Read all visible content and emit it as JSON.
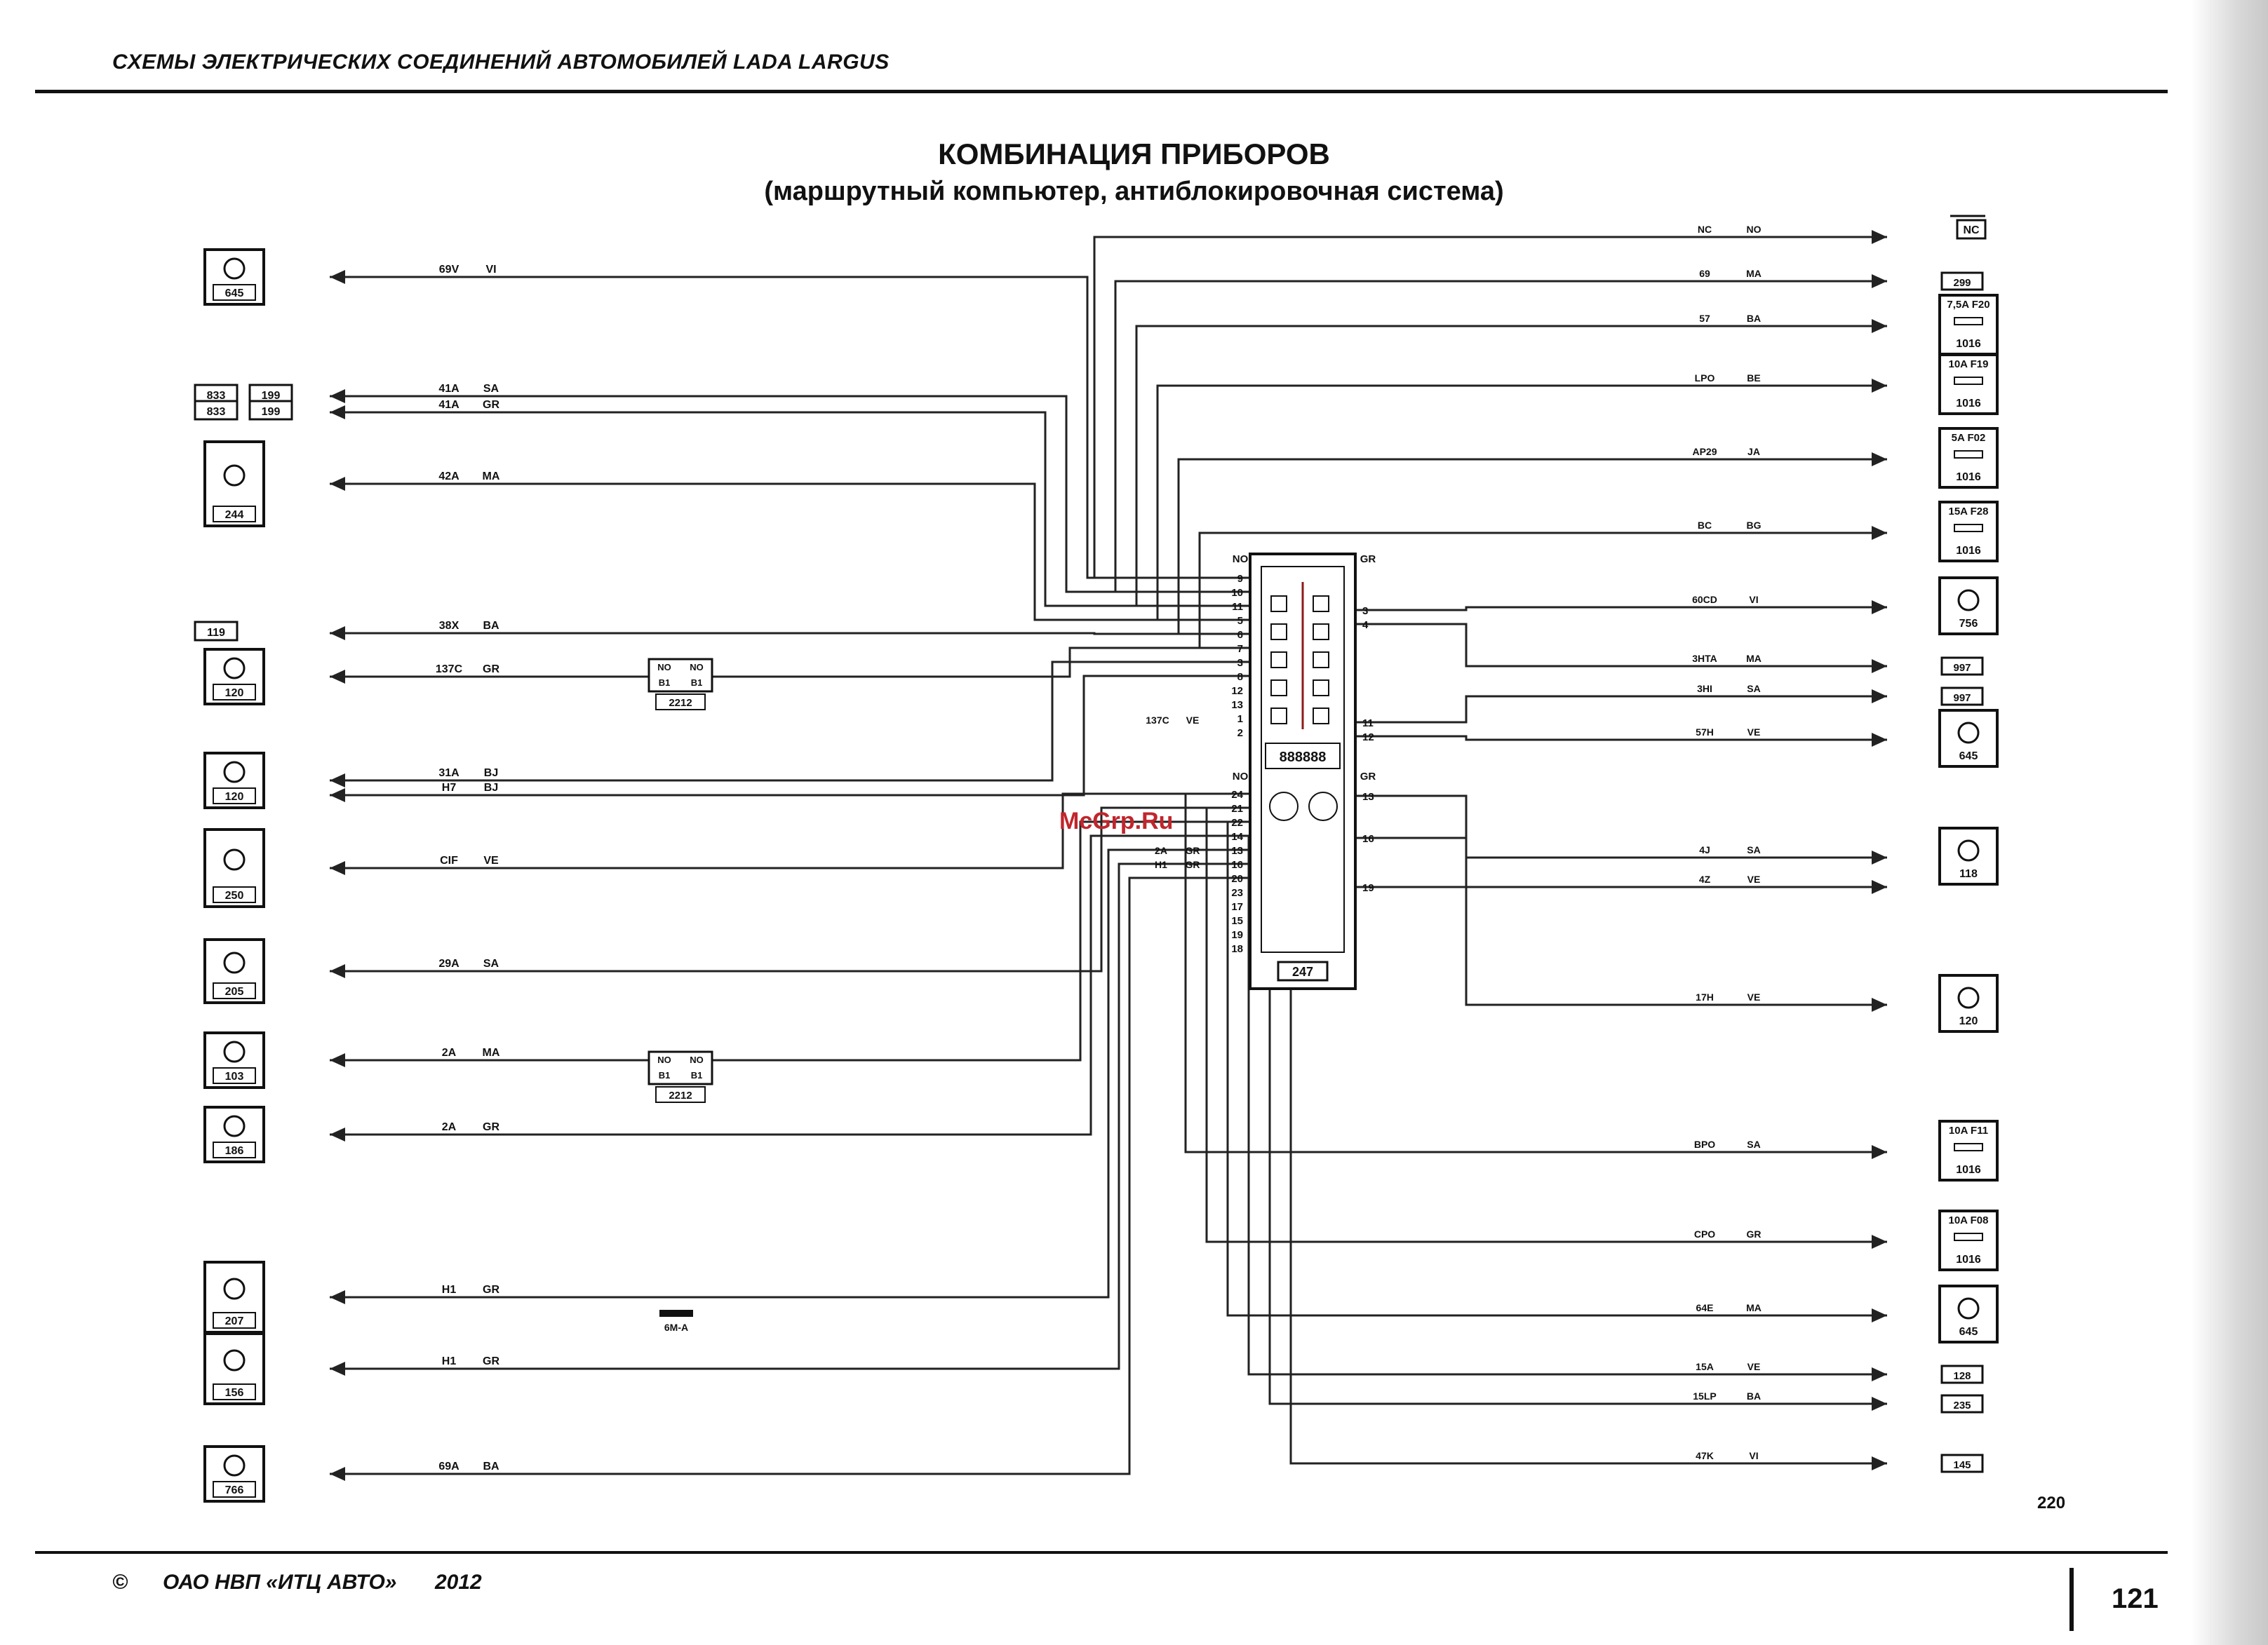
{
  "header": "СХЕМЫ ЭЛЕКТРИЧЕСКИХ СОЕДИНЕНИЙ АВТОМОБИЛЕЙ LADA LARGUS",
  "title": "КОМБИНАЦИЯ ПРИБОРОВ",
  "subtitle": "(маршрутный компьютер, антиблокировочная система)",
  "center_block": {
    "id": "247",
    "upper_connector": "NO",
    "upper_connector_right": "GR",
    "lower_connector": "NO",
    "lower_connector_right": "GR",
    "left_pins_upper": [
      "9",
      "10",
      "11",
      "5",
      "6",
      "7",
      "3",
      "8",
      "12",
      "13",
      "1",
      "2"
    ],
    "right_pins_upper": [
      "3",
      "4",
      "11",
      "12"
    ],
    "left_pins_lower": [
      "24",
      "21",
      "22",
      "14",
      "13",
      "16",
      "20",
      "23",
      "17",
      "15",
      "19",
      "18"
    ],
    "right_pins_lower": [
      "13",
      "16",
      "19"
    ],
    "display_text": "888888"
  },
  "left_components": [
    {
      "id": "645",
      "icon": "lamp-icon",
      "wire": "69V",
      "color": "VI"
    },
    {
      "id": "833",
      "icon": "connector-icon",
      "wire": "41A",
      "color": "SA"
    },
    {
      "id": "833",
      "icon": "connector-icon",
      "wire": "41A",
      "color": "GR"
    },
    {
      "id": "199",
      "icon": "connector-icon"
    },
    {
      "id": "199",
      "icon": "connector-icon"
    },
    {
      "id": "244",
      "icon": "sensor-icon",
      "wire": "42A",
      "color": "MA"
    },
    {
      "id": "119",
      "icon": "connector-icon",
      "wire": "38X",
      "color": "BA"
    },
    {
      "id": "120",
      "icon": "lamp-icon",
      "wire": "137C",
      "color": "GR"
    },
    {
      "id": "120",
      "icon": "lamp-icon",
      "wire": "31A",
      "color": "BJ"
    },
    {
      "id": "",
      "icon": "lamp-icon",
      "wire": "H7",
      "color": "BJ"
    },
    {
      "id": "250",
      "icon": "connector-block-icon",
      "wire": "CIF",
      "color": "VE"
    },
    {
      "id": "205",
      "icon": "parking-brake-icon",
      "wire": "29A",
      "color": "SA"
    },
    {
      "id": "103",
      "icon": "lamp-icon",
      "wire": "2A",
      "color": "MA"
    },
    {
      "id": "186",
      "icon": "lamp-icon",
      "wire": "2A",
      "color": "GR"
    },
    {
      "id": "207",
      "icon": "switch-icon",
      "wire": "H1",
      "color": "GR"
    },
    {
      "id": "156",
      "icon": "fuel-sensor-icon",
      "wire": "H1",
      "color": "GR"
    },
    {
      "id": "766",
      "icon": "lamp-icon",
      "wire": "69A",
      "color": "BA"
    }
  ],
  "right_components": [
    {
      "id": "NC",
      "sub": "299",
      "wire": "NC",
      "color": "NO"
    },
    {
      "id": "299",
      "wire": "69",
      "color": "MA"
    },
    {
      "fuse": "7,5A F20",
      "id": "1016",
      "wire": "57",
      "color": "BA"
    },
    {
      "fuse": "10A F19",
      "id": "1016",
      "wire": "LPO",
      "color": "BE"
    },
    {
      "fuse": "5A F02",
      "id": "1016",
      "wire": "AP29",
      "color": "JA"
    },
    {
      "fuse": "15A F28",
      "id": "1016",
      "wire": "BC",
      "color": "BG"
    },
    {
      "id": "756",
      "icon": "ground-lamp-icon",
      "wire": "60CD",
      "color": "VI"
    },
    {
      "id": "997",
      "wire": "3HTA",
      "color": "MA"
    },
    {
      "id": "997",
      "wire": "3HI",
      "color": "SA"
    },
    {
      "id": "645",
      "icon": "ground-lamp-icon",
      "wire": "57H",
      "color": "VE"
    },
    {
      "id": "118",
      "icon": "ground-lamp-icon",
      "wire": "4J",
      "color": "SA"
    },
    {
      "id": "",
      "wire": "4Z",
      "color": "VE"
    },
    {
      "id": "120",
      "icon": "ground-lamp-icon",
      "wire": "17H",
      "color": "VE"
    },
    {
      "fuse": "10A F11",
      "id": "1016",
      "wire": "BPO",
      "color": "SA"
    },
    {
      "fuse": "10A F08",
      "id": "1016",
      "wire": "CPO",
      "color": "GR"
    },
    {
      "id": "645",
      "icon": "ground-lamp-icon",
      "wire": "64E",
      "color": "MA"
    },
    {
      "id": "128",
      "wire": "15A",
      "color": "VE"
    },
    {
      "id": "235",
      "wire": "15LP",
      "color": "BA"
    },
    {
      "id": "145",
      "wire": "47K",
      "color": "VI"
    }
  ],
  "splices": [
    {
      "id": "2212",
      "pins": [
        "NO",
        "NO",
        "B1",
        "B1"
      ]
    },
    {
      "id": "2212",
      "pins": [
        "NO",
        "NO",
        "B1",
        "B1"
      ]
    },
    {
      "id": "6M-A"
    }
  ],
  "center_wire_labels": [
    "137C",
    "VE",
    "2A",
    "GR",
    "H1",
    "GR"
  ],
  "figure_number": "220",
  "watermark": "McGrp.Ru",
  "footer": {
    "copyright": "©",
    "org": "ОАО НВП «ИТЦ АВТО»",
    "year": "2012"
  },
  "page_number": "121"
}
